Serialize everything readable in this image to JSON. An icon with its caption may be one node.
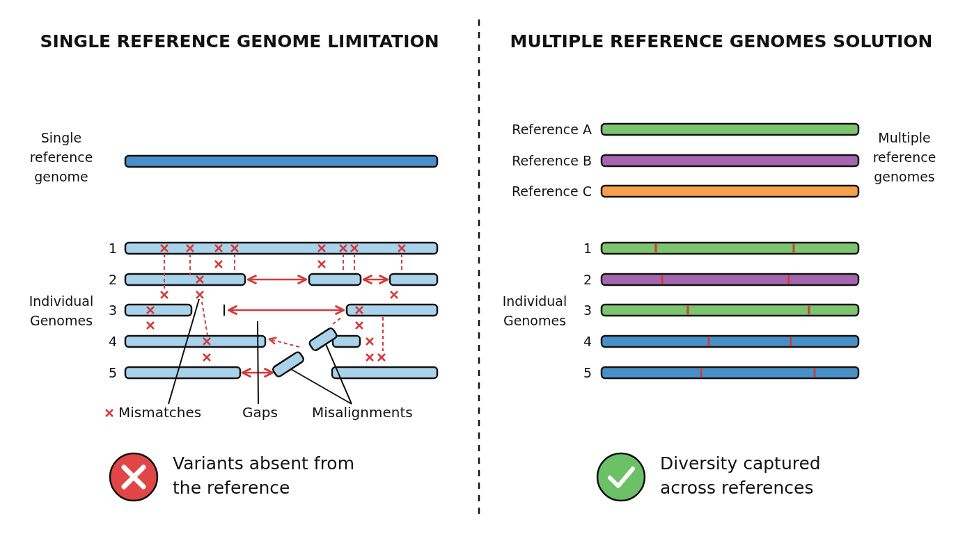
{
  "diagram": {
    "nodes": [
      {
        "text": [
          "Mismatches"
        ]
      },
      {
        "text": [
          "Gaps"
        ]
      },
      {
        "text": [
          "Misalignments"
        ]
      },
      {
        "text": [],
        "shape": "bar"
      },
      {
        "text": [],
        "shape": "bar"
      },
      {
        "text": [],
        "shape": "cross"
      }
    ],
    "edges": [
      {
        "from": 0,
        "to": 5,
        "arrow": "none"
      },
      {
        "from": 1,
        "to": null,
        "arrow": "none"
      },
      {
        "from": 2,
        "to": 3,
        "arrow": "none"
      },
      {
        "from": 2,
        "to": 4,
        "arrow": "none"
      }
    ],
    "labels": [
      "SINGLE REFERENCE GENOME LIMITATION",
      "Single reference genome",
      "1",
      "2",
      "3",
      "4",
      "5",
      "Individual Genomes",
      "Variants absent from the reference",
      "MULTIPLE REFERENCE GENOMES SOLUTION",
      "Reference A",
      "Reference B",
      "Reference C",
      "Multiple reference genomes",
      "1",
      "2",
      "3",
      "4",
      "5",
      "Individual Genomes",
      "Diversity captured across references"
    ]
  }
}
